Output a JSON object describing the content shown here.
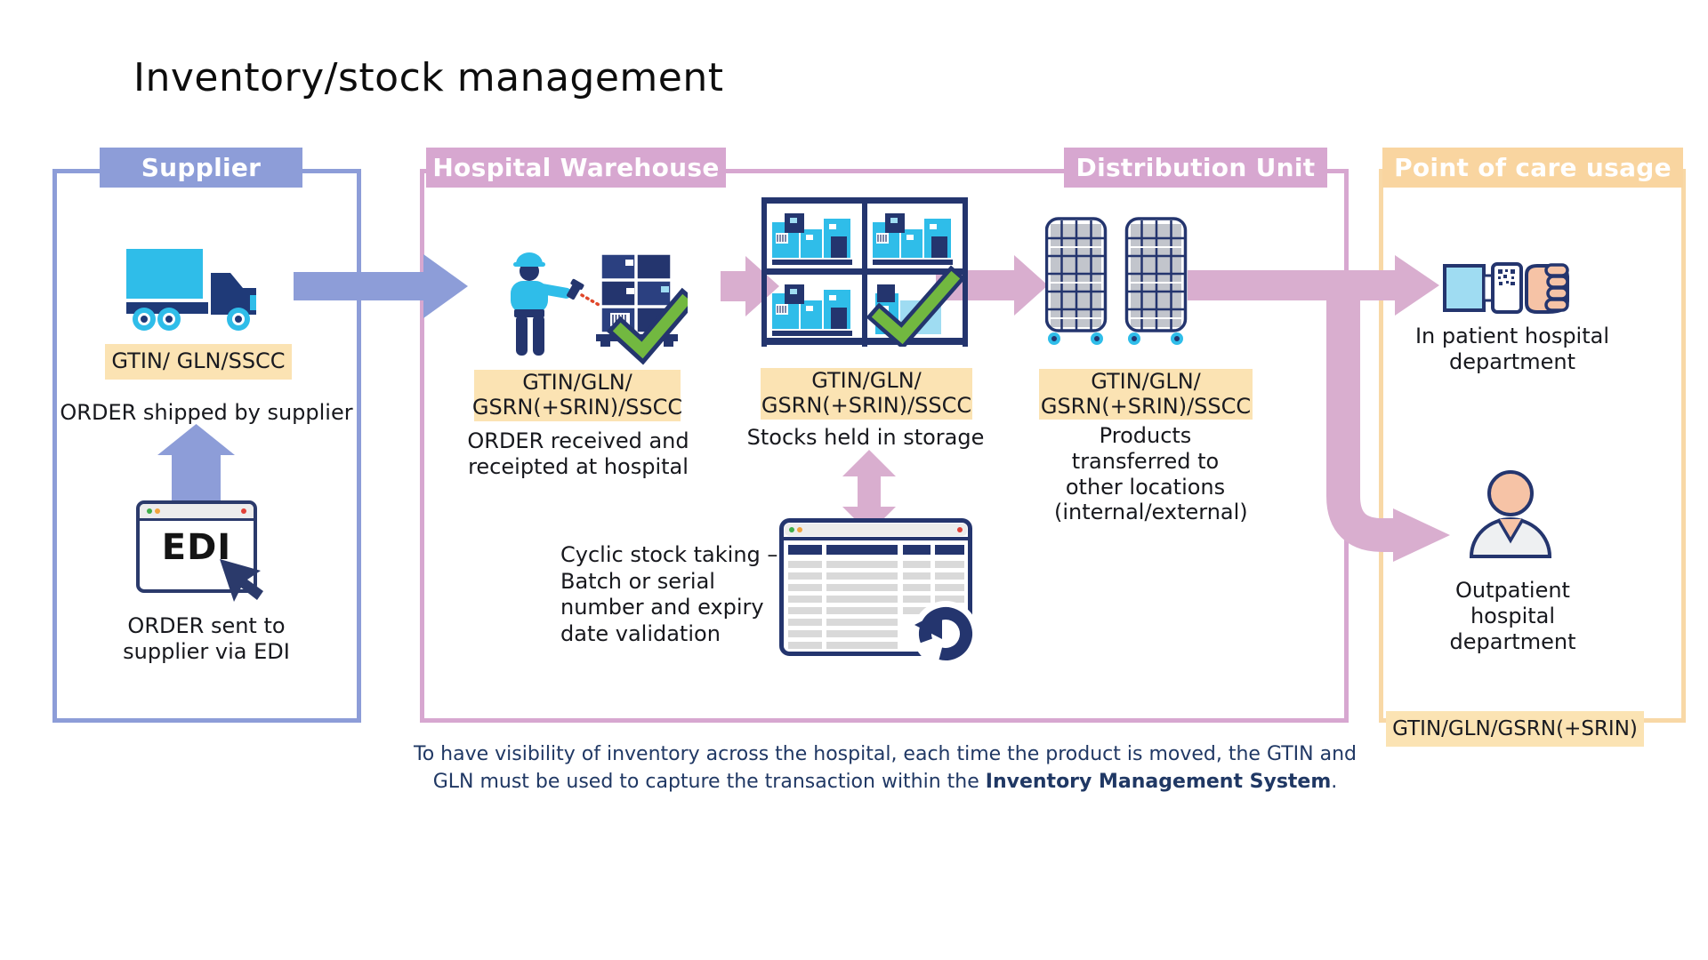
{
  "title": "Inventory/stock management",
  "colors": {
    "periwinkle": "#8d9dd8",
    "pink_header": "#d7a7d0",
    "pink_arrow": "#d9aecf",
    "tan_header": "#f9d5a0",
    "tag_background": "#fbe3b3",
    "icon_navy": "#24356e",
    "icon_cyan": "#2fbde9",
    "check_green": "#72b840",
    "note_text": "#203864"
  },
  "supplier": {
    "header": "Supplier",
    "tag": "GTIN/ GLN/SSCC",
    "shipped_caption": "ORDER shipped by supplier",
    "edi_label": "EDI",
    "sent_caption": "ORDER sent to\nsupplier via EDI"
  },
  "warehouse": {
    "header": "Hospital Warehouse",
    "receive_tag": "GTIN/GLN/\nGSRN(+SRIN)/SSCC",
    "receive_caption": "ORDER received and\nreceipted at hospital",
    "storage_tag": "GTIN/GLN/\nGSRN(+SRIN)/SSCC",
    "storage_caption": "Stocks held in storage",
    "cyclic_caption": "Cyclic stock taking –\nBatch or serial\nnumber and expiry\ndate validation"
  },
  "distribution": {
    "header": "Distribution Unit",
    "tag": "GTIN/GLN/\nGSRN(+SRIN)/SSCC",
    "caption": "Products\ntransferred to\nother locations\n(internal/external)"
  },
  "care": {
    "header": "Point of care usage",
    "inpatient_caption": "In patient hospital\ndepartment",
    "outpatient_caption": "Outpatient hospital\ndepartment",
    "tag": "GTIN/GLN/GSRN(+SRIN)"
  },
  "note": {
    "line1": "To have visibility of inventory across the hospital, each time the product is moved, the GTIN and",
    "line2_prefix": "GLN must be used to capture the transaction within the ",
    "bold": "Inventory Management System",
    "suffix": "."
  }
}
